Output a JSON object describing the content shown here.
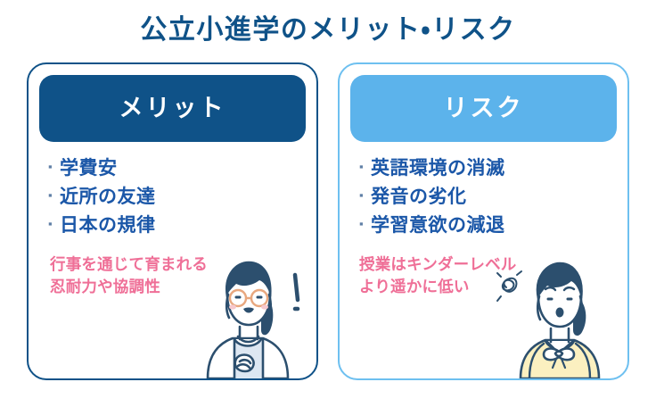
{
  "title": "公立小進学のメリット・リスク",
  "colors": {
    "navy": "#0f5288",
    "light_blue": "#5cb3eb",
    "bullet_text": "#1b57a8",
    "note_pink": "#ef6f97",
    "background": "#ffffff",
    "hair_navy": "#2c4f6e",
    "glasses_orange": "#e8a77e",
    "yellow_top": "#fbf0c0"
  },
  "cards": [
    {
      "id": "merit",
      "header": "メリット",
      "bullet_marker": "▪",
      "bullets": [
        "学費安",
        "近所の友達",
        "日本の規律"
      ],
      "note": "行事を通じて育まれる\n忍耐力や協調性",
      "illustration": "smiling-girl-with-glasses-illustration",
      "illustration_accent": "!"
    },
    {
      "id": "risk",
      "header": "リスク",
      "bullet_marker": "▪",
      "bullets": [
        "英語環境の消滅",
        "発音の劣化",
        "学習意欲の減退"
      ],
      "note": "授業はキンダーレベル\nより遥かに低い",
      "illustration": "worried-girl-illustration",
      "illustration_accent": "scribble"
    }
  ]
}
